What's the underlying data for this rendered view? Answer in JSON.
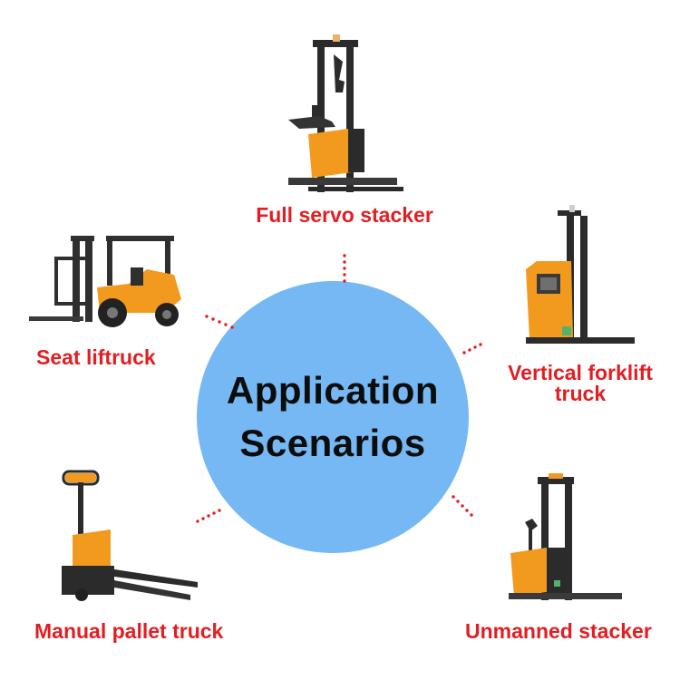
{
  "center": {
    "line1": "Application",
    "line2": "Scenarios"
  },
  "labels": {
    "full_servo_stacker": "Full servo stacker",
    "seat_liftruck": "Seat liftruck",
    "vertical_forklift_line1": "Vertical forklift",
    "vertical_forklift_line2": "truck",
    "manual_pallet_truck": "Manual pallet truck",
    "unmanned_stacker": "Unmanned stacker"
  },
  "colors": {
    "circle": "#75b8f3",
    "label_text": "#e31e22",
    "connector_dots": "#e31e22",
    "vehicle_body": "#f29a1e",
    "vehicle_frame": "#2b2b2b"
  },
  "icons": [
    "stacker-icon",
    "forklift-icon",
    "pallet-truck-icon"
  ]
}
